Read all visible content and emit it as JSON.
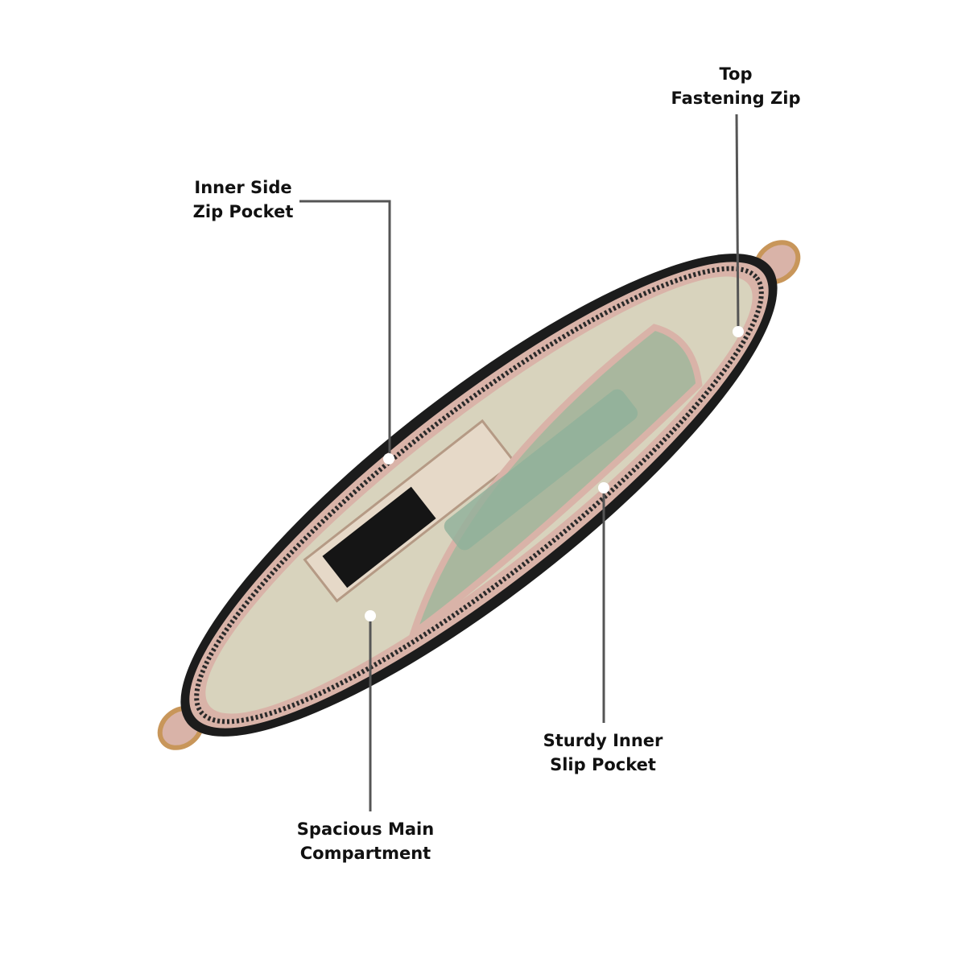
{
  "callouts": {
    "top_zip": {
      "line1": "Top",
      "line2": "Fastening Zip"
    },
    "side_pocket": {
      "line1": "Inner Side",
      "line2": "Zip Pocket"
    },
    "slip_pocket": {
      "line1": "Sturdy Inner",
      "line2": "Slip Pocket"
    },
    "main_compartment": {
      "line1": "Spacious Main",
      "line2": "Compartment"
    }
  },
  "colors": {
    "leader_line": "#555555",
    "bag_outer": "#1c1c1c",
    "bag_trim": "#d9b3a8",
    "lining": "#d8d3bd",
    "slip_pocket": "#a9b79e",
    "hardware": "#c8965a"
  }
}
